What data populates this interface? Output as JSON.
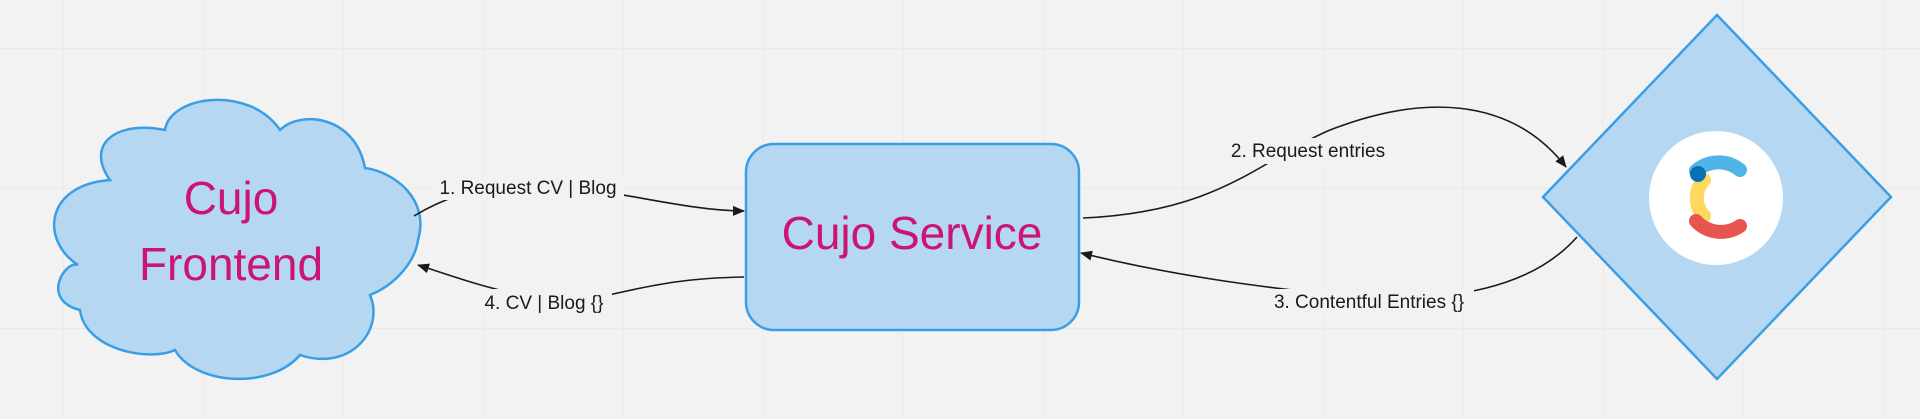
{
  "colors": {
    "background": "#f2f2f2",
    "grid": "#e4e4e4",
    "node_fill": "#b6d7f2",
    "node_stroke": "#3a9ee4",
    "node_text": "#cc1472",
    "edge": "#1a1a1a"
  },
  "nodes": {
    "frontend": {
      "shape": "cloud",
      "line1": "Cujo",
      "line2": "Frontend"
    },
    "service": {
      "shape": "rounded-rectangle",
      "label": "Cujo Service"
    },
    "contentful": {
      "shape": "diamond",
      "icon": "contentful-logo-icon"
    }
  },
  "edges": [
    {
      "id": "request-cv-blog",
      "from": "frontend",
      "to": "service",
      "label": "1. Request CV | Blog"
    },
    {
      "id": "request-entries",
      "from": "service",
      "to": "contentful",
      "label": "2. Request entries"
    },
    {
      "id": "contentful-entries",
      "from": "contentful",
      "to": "service",
      "label": "3. Contentful Entries {}"
    },
    {
      "id": "cv-blog-response",
      "from": "service",
      "to": "frontend",
      "label": "4. CV | Blog {}"
    }
  ]
}
